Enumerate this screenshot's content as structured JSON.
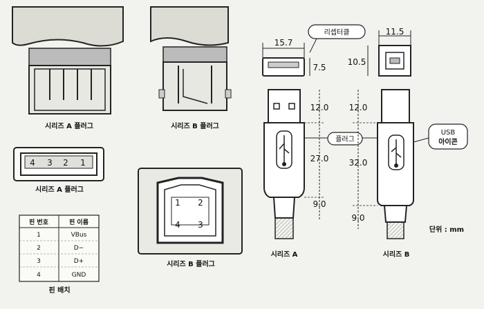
{
  "labels": {
    "series_a_plug_top": "시리즈 A 플러그",
    "series_b_plug_top": "시리즈 B 플러그",
    "series_a_receptacle": "시리즈 A 플러그",
    "series_b_receptacle": "시리즈 B 플러그",
    "series_a": "시리즈 A",
    "series_b": "시리즈 B",
    "receptacle_callout": "리셉터클",
    "plug_callout": "플러그",
    "usb_icon_line1": "USB",
    "usb_icon_line2": "아이콘",
    "unit": "단위 : mm",
    "pin_layout": "핀 배치"
  },
  "pins_a": [
    "4",
    "3",
    "2",
    "1"
  ],
  "pins_b": [
    "1",
    "2",
    "4",
    "3"
  ],
  "dimensions": {
    "a_width": "15.7",
    "a_height": "7.5",
    "b_width": "11.5",
    "b_height": "10.5",
    "a_seg1": "12.0",
    "a_seg2": "27.0",
    "a_seg3": "9.0",
    "b_seg1": "12.0",
    "b_seg2": "32.0",
    "b_seg3": "9.0"
  },
  "pin_table": {
    "headers": [
      "핀 번호",
      "핀 이름"
    ],
    "rows": [
      [
        "1",
        "VBus"
      ],
      [
        "2",
        "D−"
      ],
      [
        "3",
        "D+"
      ],
      [
        "4",
        "GND"
      ]
    ]
  }
}
